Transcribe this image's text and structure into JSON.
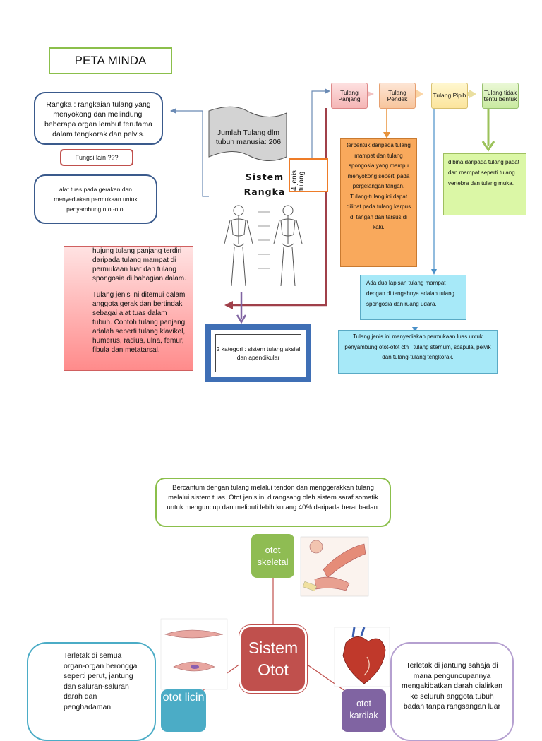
{
  "title": "PETA MINDA",
  "rangka": {
    "definition": "Rangka : rangkaian tulang yang menyokong dan melindungi beberapa organ lembut terutama dalam tengkorak dan pelvis.",
    "fungsi_label": "Fungsi lain ???",
    "fungsi_text": "alat tuas pada gerakan dan menyediakan permukaan untuk penyambung otot-otot",
    "jumlah": "Jumlah Tulang  dlm tubuh manusia: 206",
    "sistem_line1": "Sistem",
    "sistem_line2": "Rangka",
    "jenis": "4 jenis tulang",
    "kategori": "2 kategori : sistem tulang aksial dan apendikular",
    "panjang_p1": "hujung tulang panjang terdiri daripada tulang mampat di permukaan luar dan tulang spongosia di bahagian dalam.",
    "panjang_p2": "Tulang jenis ini ditemui dalam anggota gerak dan bertindak sebagai alat tuas dalam tubuh. Contoh tulang panjang adalah seperti tulang klavikel, humerus, radius, ulna, femur, fibula dan metatarsal."
  },
  "chevrons": [
    {
      "label": "Tulang Panjang"
    },
    {
      "label": "Tulang Pendek"
    },
    {
      "label": "Tulang Pipih"
    },
    {
      "label": "Tulang tidak tentu bentuk"
    }
  ],
  "pendek_text": "terbentuk daripada tulang mampat dan tulang spongosia yang mampu menyokong seperti pada pergelangan tangan. Tulang-tulang ini dapat dilihat pada tulang karpus di tangan dan tarsus di kaki.",
  "tidak_tentu_text": "dibina daripada tulang padat dan mampat seperti tulang vertebra dan tulang muka.",
  "pipih_text_1": "Ada dua lapisan tulang mampat dengan di tengahnya adalah tulang spongosia dan ruang udara.",
  "pipih_text_2": "Tulang jenis ini menyediakan permukaan luas untuk penyambung otot-otot cth : tulang sternum, scapula, pelvik dan tulang-tulang tengkorak.",
  "otot": {
    "center": "Sistem Otot",
    "skeletal_label": "otot skeletal",
    "skeletal_desc": "Bercantum dengan tulang melalui tendon dan menggerakkan tulang melalui sistem tuas. Otot jenis ini dirangsang oleh sistem saraf somatik untuk menguncup dan meliputi lebih kurang 40% daripada berat badan.",
    "licin_label": "otot licin",
    "licin_desc": "Terletak di semua organ-organ berongga seperti perut, jantung dan saluran-saluran darah dan penghadaman",
    "kardiak_label": "otot kardiak",
    "kardiak_desc": "Terletak di jantung sahaja di mana penguncupannya mengakibatkan darah dialirkan ke seluruh anggota tubuh badan tanpa rangsangan luar"
  },
  "colors": {
    "green": "#8bbf4b",
    "blue_border": "#3a5a8c",
    "red": "#c0504d",
    "orange": "#f9a95c",
    "cyan": "#a7e9f8",
    "light_green": "#dbf7a6",
    "purple": "#8064a2",
    "teal": "#4bacc6"
  }
}
